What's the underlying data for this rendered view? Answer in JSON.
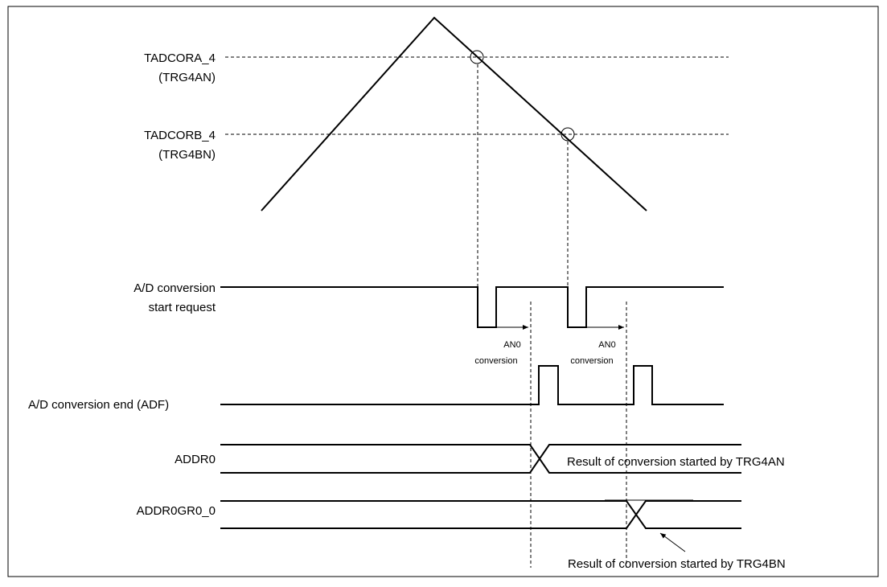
{
  "signals": {
    "tadcora": "TADCORA_4",
    "trg4an": "(TRG4AN)",
    "tadcorb": "TADCORB_4",
    "trg4bn": "(TRG4BN)",
    "ad_start_line1": "A/D conversion",
    "ad_start_line2": "start request",
    "ad_end": "A/D conversion end (ADF)",
    "addr0": "ADDR0",
    "addr0gr0": "ADDR0GR0_0"
  },
  "annotations": {
    "an0_a": "AN0",
    "conversion_a": "conversion",
    "an0_b": "AN0",
    "conversion_b": "conversion",
    "result_trg4an": "Result of conversion started by TRG4AN",
    "result_trg4bn": "Result of conversion started by TRG4BN"
  }
}
